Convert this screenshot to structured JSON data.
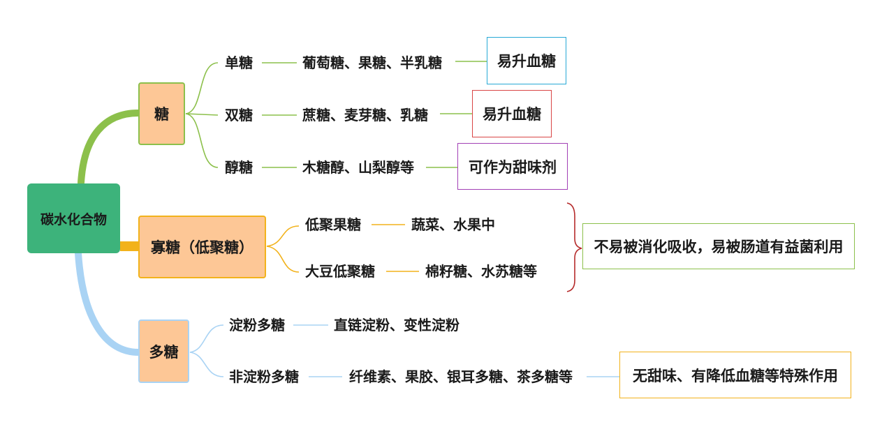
{
  "root": "碳水化合物",
  "categories": [
    {
      "label": "糖",
      "color": "#8cc04b",
      "items": [
        {
          "name": "单糖",
          "examples": "葡萄糖、果糖、半乳糖",
          "note": "易升血糖",
          "note_color": "#27a9d6"
        },
        {
          "name": "双糖",
          "examples": "蔗糖、麦芽糖、乳糖",
          "note": "易升血糖",
          "note_color": "#d94545"
        },
        {
          "name": "醇糖",
          "examples": "木糖醇、山梨醇等",
          "note": "可作为甜味剂",
          "note_color": "#a23fb5"
        }
      ]
    },
    {
      "label": "寡糖（低聚糖）",
      "color": "#f2b21b",
      "items": [
        {
          "name": "低聚果糖",
          "examples": "蔬菜、水果中"
        },
        {
          "name": "大豆低聚糖",
          "examples": "棉籽糖、水苏糖等"
        }
      ],
      "group_note": "不易被消化吸收，易被肠道有益菌利用",
      "group_note_color": "#8cc04b",
      "brace_color": "#b52a2a"
    },
    {
      "label": "多糖",
      "color": "#a9d3f4",
      "items": [
        {
          "name": "淀粉多糖",
          "examples": "直链淀粉、变性淀粉"
        },
        {
          "name": "非淀粉多糖",
          "examples": "纤维素、果胶、银耳多糖、茶多糖等",
          "note": "无甜味、有降低血糖等特殊作用",
          "note_color": "#f2b21b"
        }
      ]
    }
  ]
}
